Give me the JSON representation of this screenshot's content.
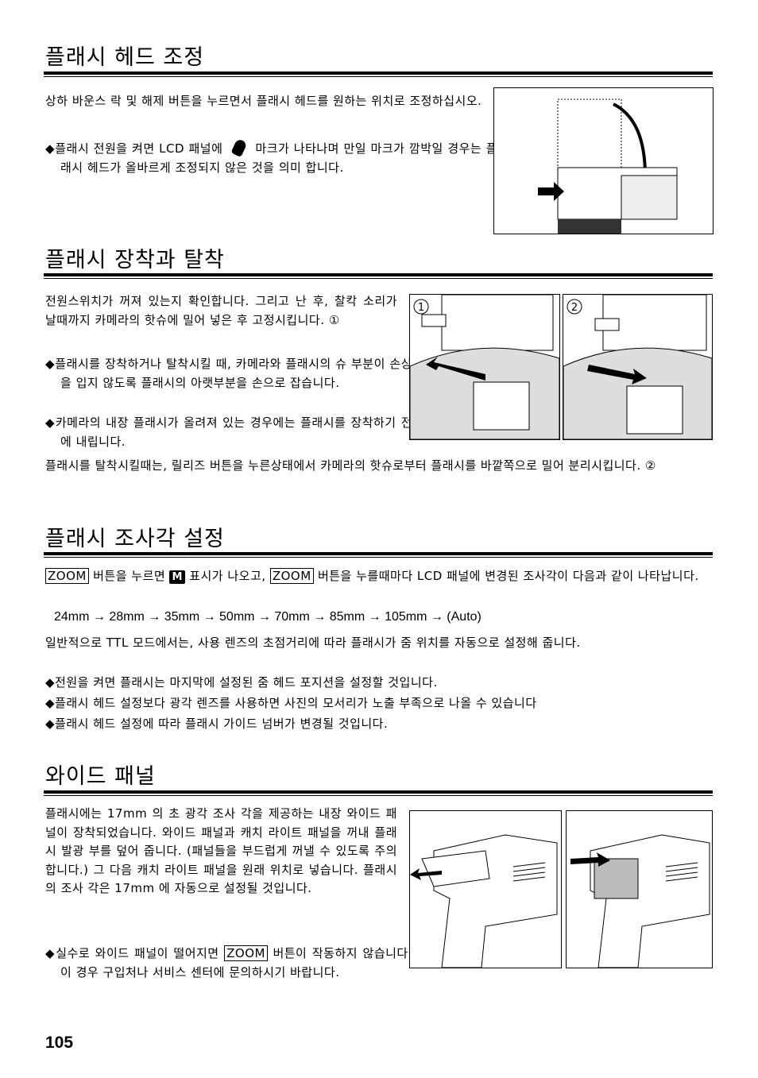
{
  "sections": [
    {
      "title": "플래시 헤드 조정",
      "body": "상하 바운스 락 및 해제 버튼을 누르면서 플래시 헤드를 원하는 위치로 조정하십시오.",
      "bullet_pre": "◆플래시 전원을 켜면 LCD 패널에",
      "bullet_post": "마크가 나타나며 만일 마크가 깜박일 경우는 플래시 헤드가 올바르게 조정되지 않은 것을 의미 합니다."
    },
    {
      "title": "플래시 장착과 탈착",
      "body": "전원스위치가 꺼져 있는지 확인합니다. 그리고 난 후, 찰칵 소리가 날때까지 카메라의 핫슈에 밀어 넣은 후 고정시킵니다. ①",
      "bullets": [
        "◆플래시를 장착하거나 탈착시킬 때, 카메라와 플래시의 슈 부분이 손상을 입지 않도록 플래시의 아랫부분을 손으로 잡습니다.",
        "◆카메라의 내장 플래시가 올려져 있는 경우에는 플래시를 장착하기 전에 내립니다."
      ],
      "footer": "플래시를 탈착시킬때는, 릴리즈 버튼을 누른상태에서 카메라의 핫슈로부터 플래시를 바깥쪽으로 밀어 분리시킵니다. ②",
      "fig_labels": [
        "1",
        "2"
      ]
    },
    {
      "title": "플래시 조사각 설정",
      "zoom_label": "ZOOM",
      "m_label": "M",
      "line1_a": "버튼을 누르면",
      "line1_b": "표시가 나오고,",
      "line1_c": "버튼을 누를때마다 LCD 패널에 변경된 조사각이 다음과 같이 나타납니다.",
      "sequence": "24mm → 28mm → 35mm → 50mm → 70mm → 85mm → 105mm → (Auto)",
      "body": "일반적으로 TTL 모드에서는, 사용 렌즈의 초점거리에 따라 플래시가 줌 위치를 자동으로 설정해 줍니다.",
      "bullets": [
        "◆전원을 켜면 플래시는 마지막에 설정된 줌 헤드 포지션을 설정할 것입니다.",
        "◆플래시 헤드 설정보다 광각 렌즈를 사용하면 사진의 모서리가 노출 부족으로 나올 수 있습니다",
        "◆플래시 헤드 설정에 따라 플래시 가이드 넘버가 변경될 것입니다."
      ]
    },
    {
      "title": "와이드 패널",
      "body": "플래시에는 17mm 의 초 광각 조사 각을 제공하는 내장 와이드 패널이 장착되었습니다. 와이드 패널과 캐치 라이트 패널을 꺼내 플래시 발광 부를 덮어 줍니다. (패널들을 부드럽게 꺼낼 수 있도록 주의합니다.) 그 다음 캐치 라이트 패널을 원래 위치로 넣습니다. 플래시의 조사 각은 17mm 에 자동으로 설정될 것입니다.",
      "bullet_pre": "◆실수로 와이드 패널이 떨어지면",
      "bullet_post": "버튼이 작동하지 않습니다. 이 경우 구입처나 서비스 센터에 문의하시기 바랍니다."
    }
  ],
  "page_number": "105"
}
